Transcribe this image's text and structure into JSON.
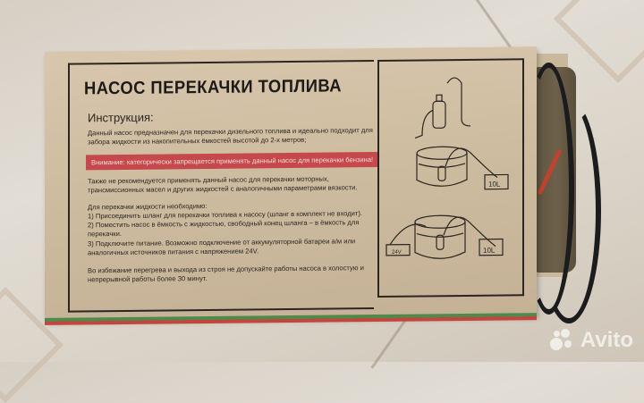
{
  "photo": {
    "subject": "Cardboard box of a fuel transfer pump",
    "box": {
      "title": "НАСОС ПЕРЕКАЧКИ ТОПЛИВА",
      "instructions_heading": "Инструкция:",
      "intro": "Данный насос предназначен для перекачки дизельного топлива и идеально подходит для забора жидкости из накопительных ёмкостей высотой до 2-х метров;",
      "warning": "Внимание: категорически запрещается применять данный насос для перекачки бензина!",
      "note": "Также не рекомендуется применять данный насос для перекачки моторных, трансмиссионных масел и других жидкостей с аналогичными параметрами вязкости.",
      "steps_heading": "Для перекачки жидкости необходимо:",
      "steps": [
        "1) Присоединить шланг для перекачки топлива к насосу (шланг в комплект не входит).",
        "2) Поместить насос в ёмкость с жидкостью, свободный конец шланга – в ёмкость для перекачки.",
        "3) Подключите питание. Возможно подключение от аккумуляторной батареи а/м или аналогичных источников питания с напряжением 24V."
      ],
      "caution": "Во избежание перегрева и выхода из строя не допускайте работы насоса в холостую и непрерывной работы более 30 минут.",
      "diagram_labels": {
        "canister_1": "10L",
        "canister_2": "10L",
        "battery": "24V"
      }
    },
    "watermark": "Avito",
    "colors": {
      "warning_bg": "#c5484c",
      "stripe_green": "#4f8a4c",
      "stripe_red": "#c4453d",
      "cardboard": "#cdbb9f"
    }
  }
}
